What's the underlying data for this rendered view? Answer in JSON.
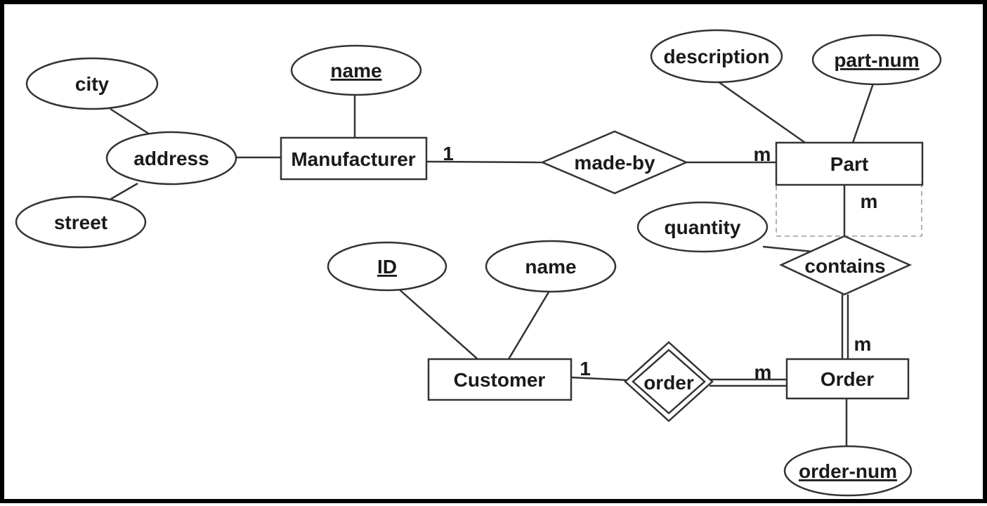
{
  "colors": {
    "ink": "#333333",
    "text": "#1a1a1a",
    "background": "#ffffff",
    "frame": "#000000",
    "aggregation_dashed_box": "#b3b3b3"
  },
  "er_diagram": {
    "entities": {
      "manufacturer": {
        "label": "Manufacturer"
      },
      "part": {
        "label": "Part"
      },
      "customer": {
        "label": "Customer"
      },
      "order": {
        "label": "Order"
      }
    },
    "relationships": {
      "made_by": {
        "label": "made-by"
      },
      "contains": {
        "label": "contains"
      },
      "order": {
        "label": "order",
        "double_bordered": true
      }
    },
    "attributes": {
      "city": {
        "label": "city"
      },
      "address": {
        "label": "address"
      },
      "street": {
        "label": "street"
      },
      "manufacturer_name": {
        "label": "name",
        "key": true
      },
      "description": {
        "label": "description"
      },
      "part_num": {
        "label": "part-num",
        "key": true
      },
      "quantity": {
        "label": "quantity"
      },
      "customer_id": {
        "label": "ID",
        "key": true
      },
      "customer_name": {
        "label": "name"
      },
      "order_num": {
        "label": "order-num",
        "key": true
      }
    },
    "cardinalities": {
      "manufacturer_made_by": "1",
      "made_by_part": "m",
      "part_contains": "m",
      "contains_order": "m",
      "customer_order": "1",
      "order_rel_order": "m"
    }
  }
}
